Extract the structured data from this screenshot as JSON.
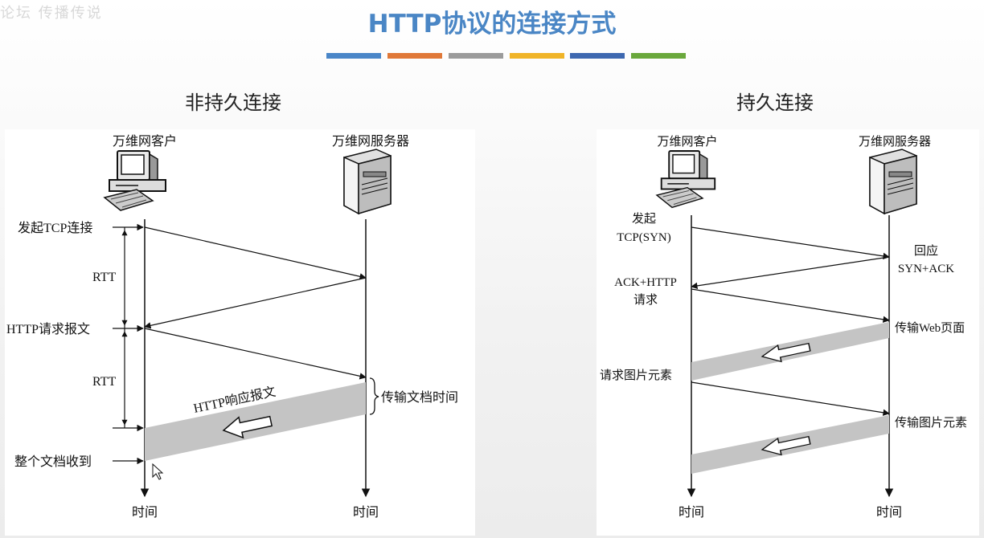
{
  "header": {
    "watermark": "论坛 传播传说",
    "title": "HTTP协议的连接方式",
    "accent_bars": [
      "#4a86c8",
      "#e07838",
      "#9b9b9b",
      "#f0b428",
      "#3e68b0",
      "#6aa83c"
    ]
  },
  "left_panel": {
    "heading": "非持久连接",
    "client_label": "万维网客户",
    "server_label": "万维网服务器",
    "time_left": "时间",
    "time_right": "时间",
    "start_tcp": "发起TCP连接",
    "rtt_1": "RTT",
    "http_request": "HTTP请求报文",
    "rtt_2": "RTT",
    "http_response": "HTTP响应报文",
    "transfer_time": "传输文档时间",
    "doc_received": "整个文档收到"
  },
  "right_panel": {
    "heading": "持久连接",
    "client_label": "万维网客户",
    "server_label": "万维网服务器",
    "time_left": "时间",
    "time_right": "时间",
    "start_line1": "发起",
    "start_line2": "TCP(SYN)",
    "reply_line1": "回应",
    "reply_line2": "SYN+ACK",
    "ack_line1": "ACK+HTTP",
    "ack_line2": "请求",
    "transfer_web": "传输Web页面",
    "request_image": "请求图片元素",
    "transfer_image": "传输图片元素"
  }
}
